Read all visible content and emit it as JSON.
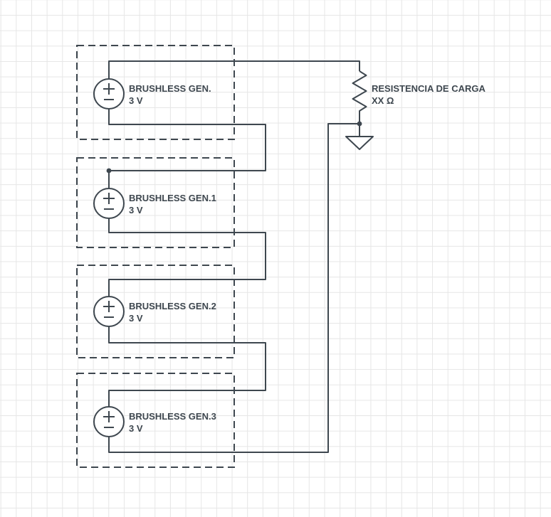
{
  "canvas": {
    "background_color": "#ffffff",
    "grid_color": "#e6e6e6",
    "stroke_color": "#3e474f",
    "text_color": "#3e474f"
  },
  "generators": [
    {
      "label": "BRUSHLESS GEN.",
      "voltage": "3 V"
    },
    {
      "label": "BRUSHLESS GEN.1",
      "voltage": "3 V"
    },
    {
      "label": "BRUSHLESS GEN.2",
      "voltage": "3 V"
    },
    {
      "label": "BRUSHLESS GEN.3",
      "voltage": "3 V"
    }
  ],
  "load_resistor": {
    "label": "RESISTENCIA DE CARGA",
    "value": "XX Ω"
  }
}
